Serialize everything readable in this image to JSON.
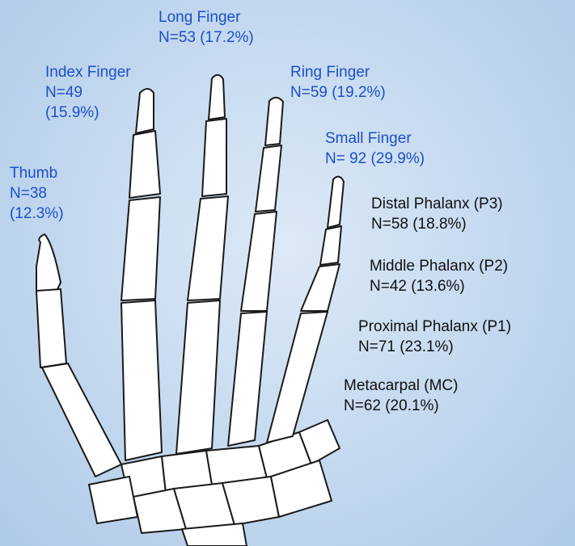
{
  "fingers": {
    "long": {
      "name": "Long Finger",
      "count": "N=53 (17.2%)"
    },
    "index": {
      "name": "Index Finger",
      "count_line1": "N=49",
      "count_line2": "(15.9%)"
    },
    "ring": {
      "name": "Ring Finger",
      "count": "N=59 (19.2%)"
    },
    "small": {
      "name": "Small Finger",
      "count": "N= 92 (29.9%)"
    },
    "thumb": {
      "name": "Thumb",
      "count_line1": "N=38",
      "count_line2": "(12.3%)"
    }
  },
  "bones": {
    "distal": {
      "name": "Distal Phalanx (P3)",
      "count": "N=58 (18.8%)"
    },
    "middle": {
      "name": "Middle Phalanx (P2)",
      "count": "N=42 (13.6%)"
    },
    "proximal": {
      "name": "Proximal Phalanx (P1)",
      "count": "N=71 (23.1%)"
    },
    "metacarpal": {
      "name": "Metacarpal (MC)",
      "count": "N=62 (20.1%)"
    }
  },
  "colors": {
    "finger_label": "#1c4fc7",
    "bone_label": "#111111",
    "background": "#c3d8ef"
  }
}
